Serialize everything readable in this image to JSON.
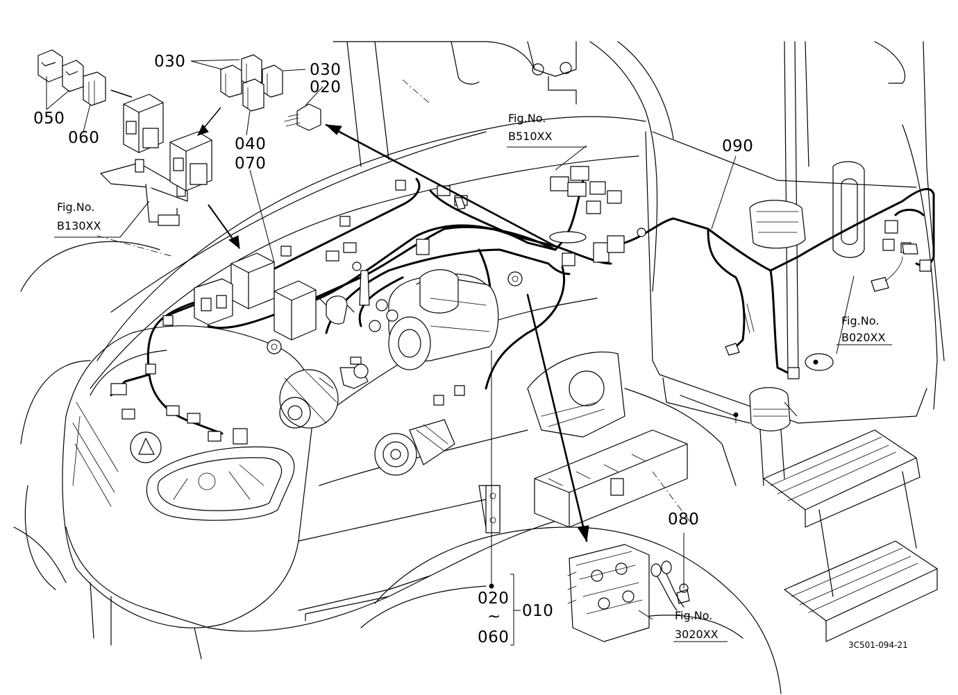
{
  "labels": {
    "p050": "050",
    "p060": "060",
    "p030a": "030",
    "p030b": "030",
    "p020a": "020",
    "p040": "040",
    "p070": "070",
    "p090": "090",
    "p080": "080",
    "p010": "010",
    "p020b": "020",
    "tilde": "~",
    "p060b": "060"
  },
  "figrefs": {
    "b130": {
      "title": "Fig.No.",
      "code": "B130XX"
    },
    "b510": {
      "title": "Fig.No.",
      "code": "B510XX"
    },
    "b020": {
      "title": "Fig.No.",
      "code": "B020XX"
    },
    "f3020": {
      "title": "Fig.No.",
      "code": "3020XX"
    }
  },
  "drawing_number": "3C501-094-21"
}
